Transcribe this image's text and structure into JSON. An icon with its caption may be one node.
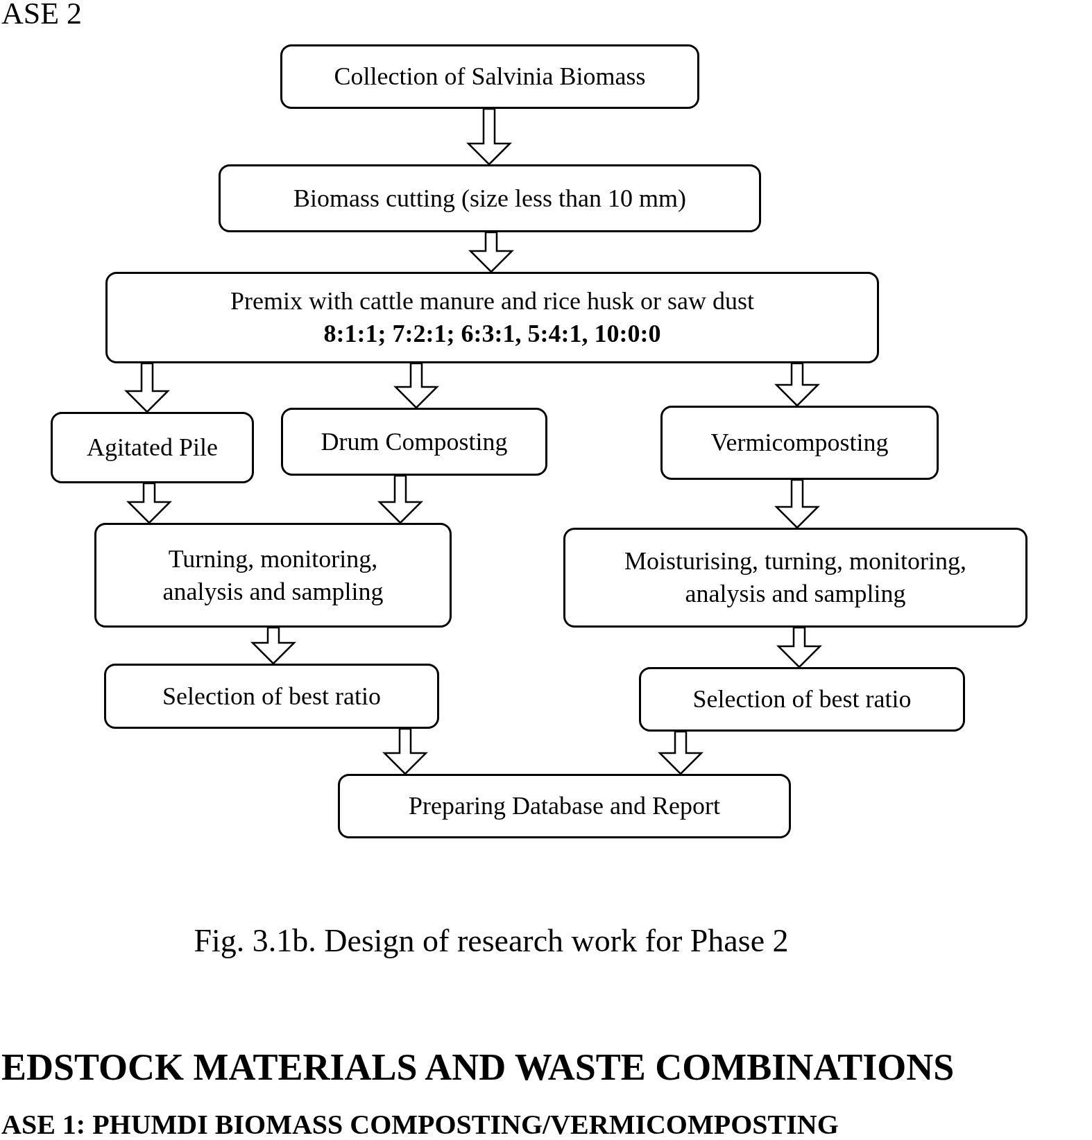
{
  "diagram": {
    "caption": "Fig. 3.1b. Design of research work for Phase 2",
    "nodes": [
      {
        "text": [
          "Collection of Salvinia Biomass"
        ]
      },
      {
        "text": [
          "Biomass cutting (size less than 10 mm)"
        ]
      },
      {
        "text": [
          "Premix with cattle manure and rice husk or saw dust",
          "8:1:1; 7:2:1; 6:3:1, 5:4:1, 10:0:0"
        ]
      },
      {
        "text": [
          "Agitated Pile"
        ]
      },
      {
        "text": [
          "Drum Composting"
        ]
      },
      {
        "text": [
          "Vermicomposting"
        ]
      },
      {
        "text": [
          "Turning, monitoring, analysis and sampling"
        ]
      },
      {
        "text": [
          "Moisturising, turning, monitoring, analysis and sampling"
        ]
      },
      {
        "text": [
          "Selection of best ratio"
        ]
      },
      {
        "text": [
          "Selection of best ratio"
        ]
      },
      {
        "text": [
          "Preparing Database and Report"
        ]
      }
    ],
    "edges": [
      {
        "from": 0,
        "to": 1,
        "arrow": "to"
      },
      {
        "from": 1,
        "to": 2,
        "arrow": "to"
      },
      {
        "from": 2,
        "to": 3,
        "arrow": "to"
      },
      {
        "from": 2,
        "to": 4,
        "arrow": "to"
      },
      {
        "from": 2,
        "to": 5,
        "arrow": "to"
      },
      {
        "from": 3,
        "to": 6,
        "arrow": "to"
      },
      {
        "from": 4,
        "to": 6,
        "arrow": "to"
      },
      {
        "from": 5,
        "to": 7,
        "arrow": "to"
      },
      {
        "from": 6,
        "to": 8,
        "arrow": "to"
      },
      {
        "from": 7,
        "to": 9,
        "arrow": "to"
      },
      {
        "from": 8,
        "to": 10,
        "arrow": "to"
      },
      {
        "from": 9,
        "to": 10,
        "arrow": "to"
      }
    ],
    "labels": [
      "ASE 2",
      "EDSTOCK MATERIALS AND WASTE COMBINATIONS",
      "ASE 1: PHUMDI BIOMASS COMPOSTING/VERMICOMPOSTING"
    ]
  }
}
